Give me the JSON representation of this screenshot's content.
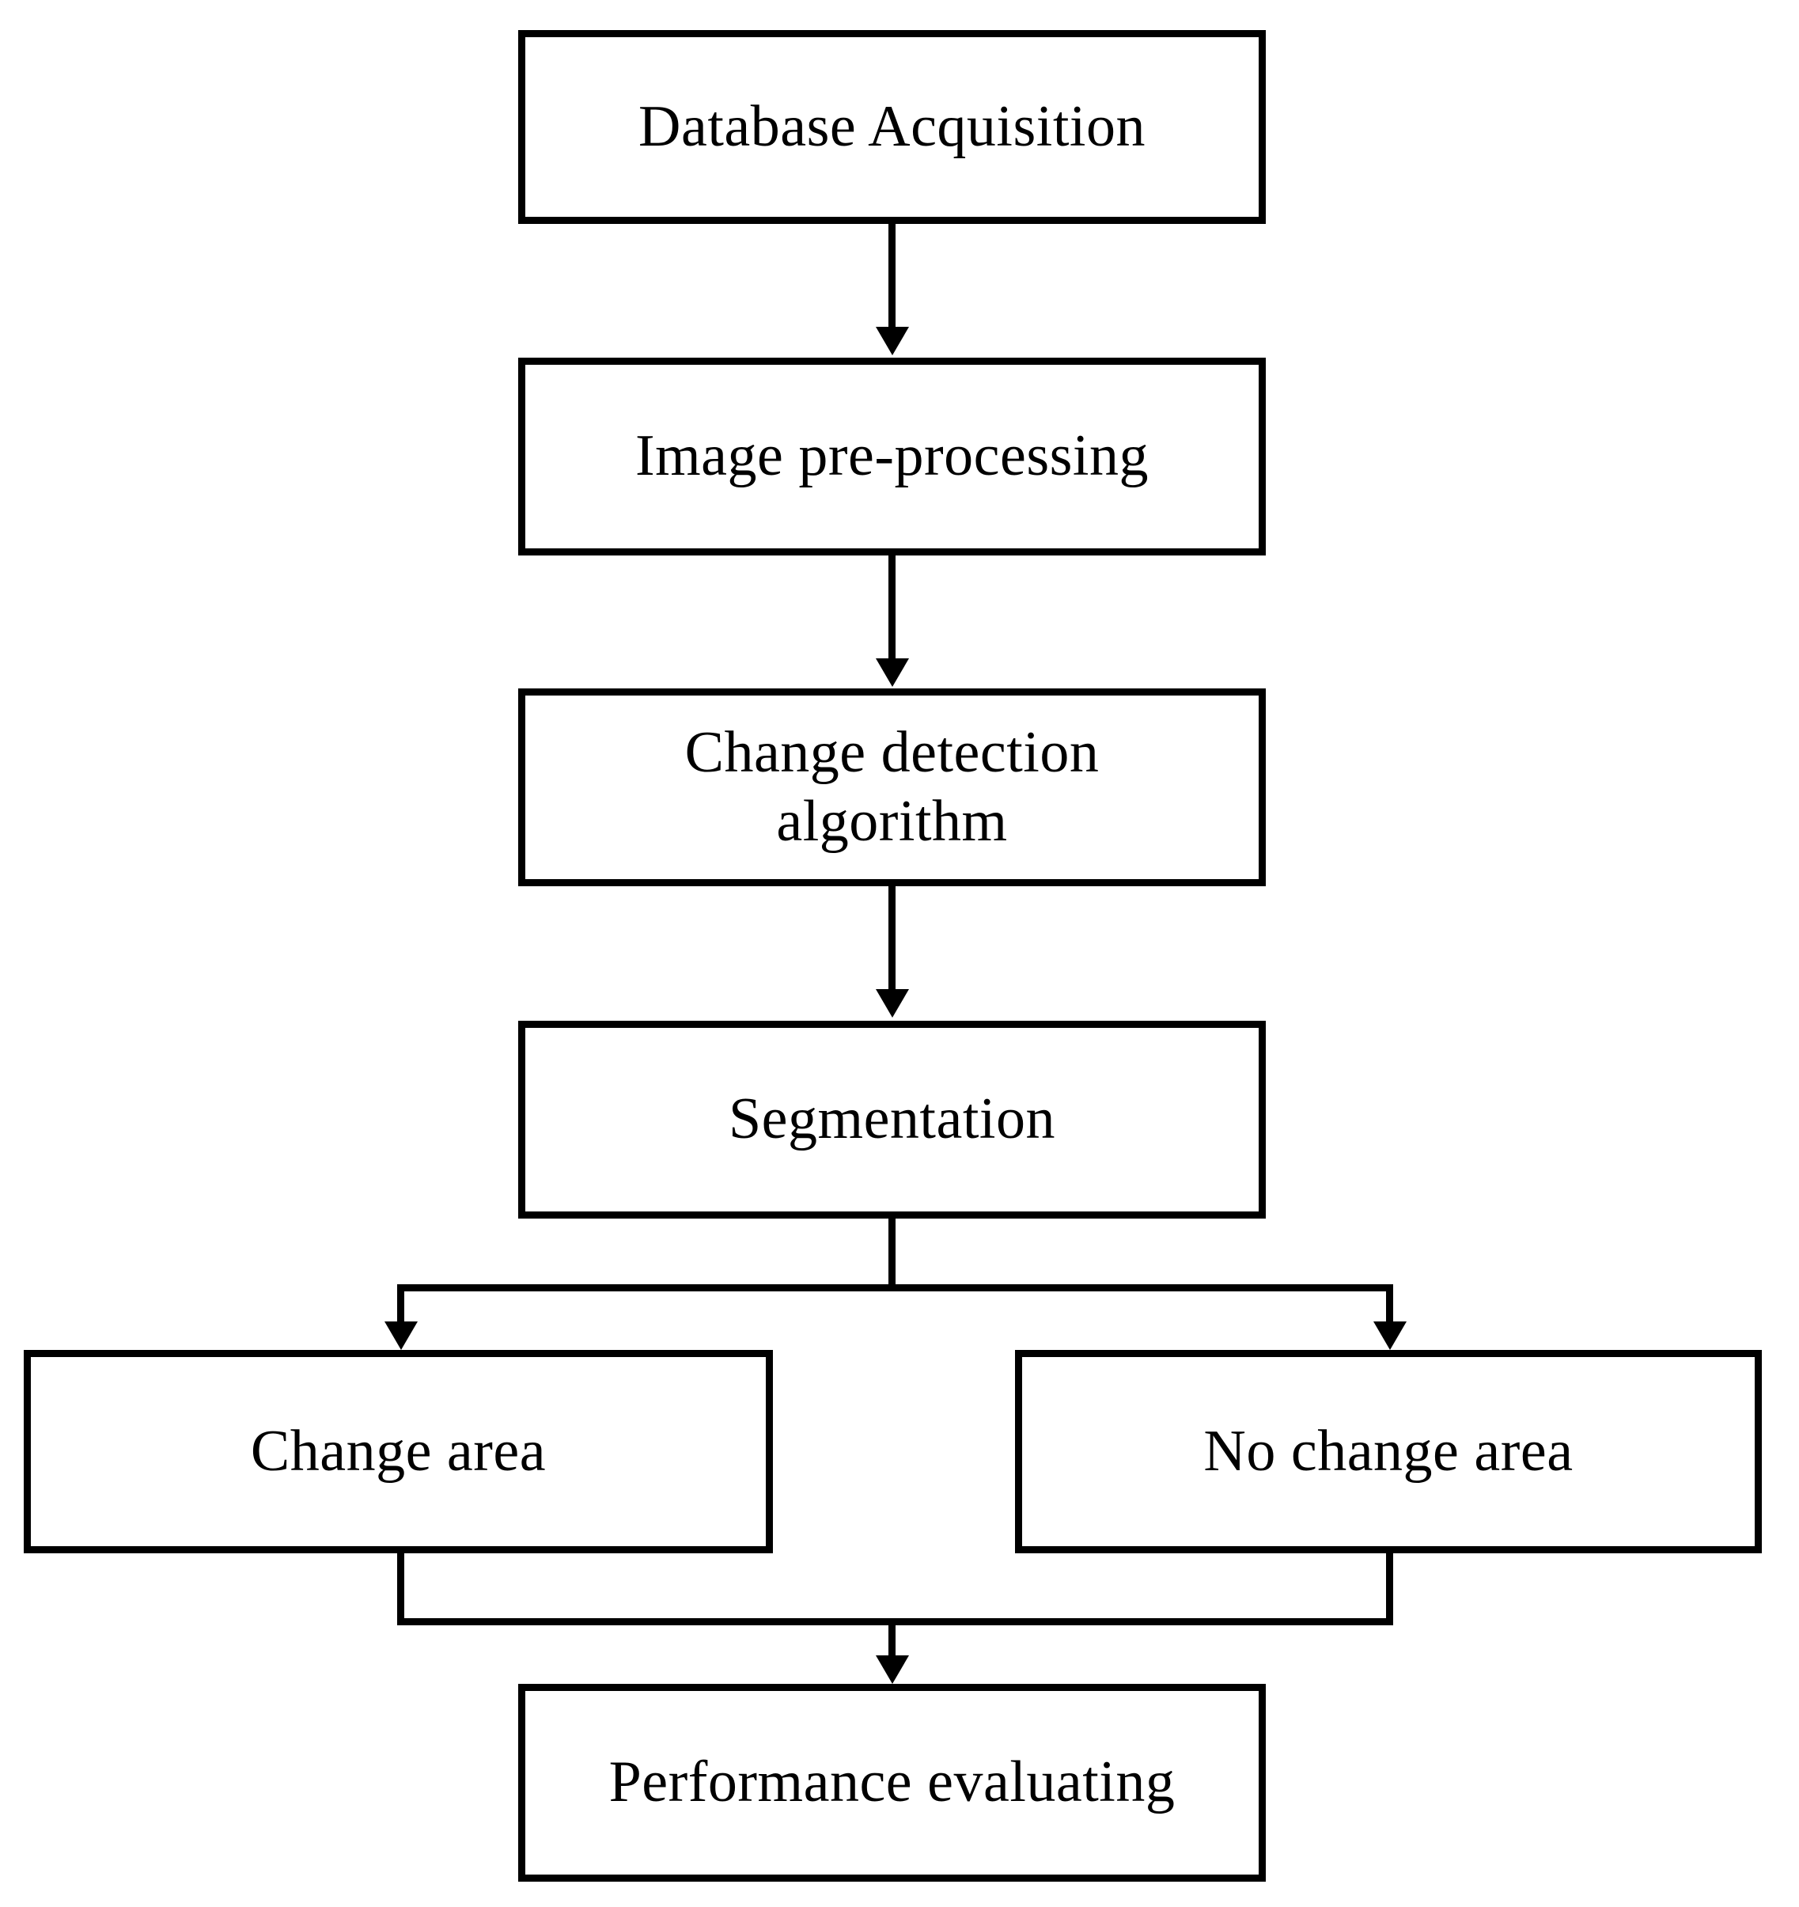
{
  "diagram": {
    "type": "flowchart",
    "orientation": "top-to-bottom",
    "background_color": "#ffffff",
    "line_color": "#000000",
    "text_color": "#000000",
    "nodes": [
      {
        "id": "database-acquisition",
        "label": "Database Acquisition"
      },
      {
        "id": "image-preprocessing",
        "label": "Image pre-processing"
      },
      {
        "id": "change-detection",
        "label": "Change detection\nalgorithm"
      },
      {
        "id": "segmentation",
        "label": "Segmentation"
      },
      {
        "id": "change-area",
        "label": "Change area"
      },
      {
        "id": "no-change-area",
        "label": "No change area"
      },
      {
        "id": "performance-evaluating",
        "label": "Performance evaluating"
      }
    ],
    "edges": [
      {
        "from": "database-acquisition",
        "to": "image-preprocessing",
        "style": "arrow-down"
      },
      {
        "from": "image-preprocessing",
        "to": "change-detection",
        "style": "arrow-down"
      },
      {
        "from": "change-detection",
        "to": "segmentation",
        "style": "arrow-down"
      },
      {
        "from": "segmentation",
        "to": "change-area",
        "style": "split-arrow-down-left"
      },
      {
        "from": "segmentation",
        "to": "no-change-area",
        "style": "split-arrow-down-right"
      },
      {
        "from": "change-area",
        "to": "performance-evaluating",
        "style": "merge-arrow-down"
      },
      {
        "from": "no-change-area",
        "to": "performance-evaluating",
        "style": "merge-arrow-down"
      }
    ]
  }
}
